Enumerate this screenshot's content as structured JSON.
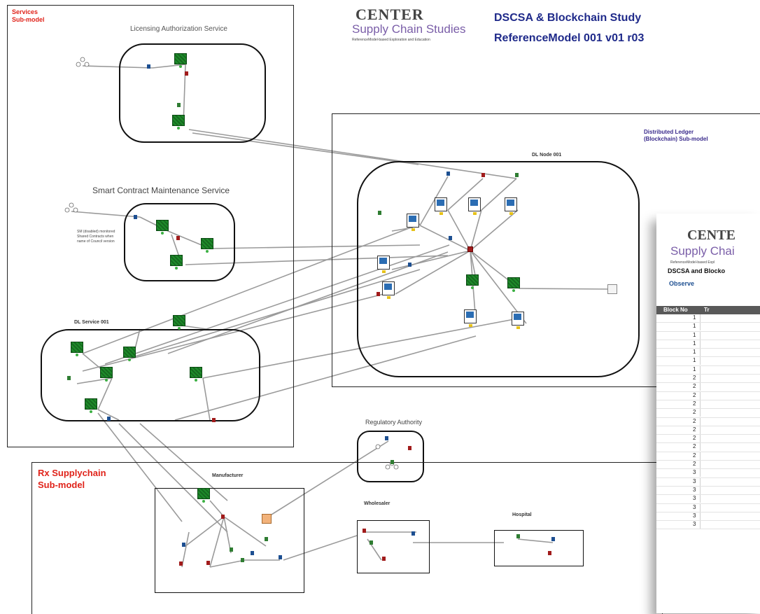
{
  "header": {
    "logo_word": "CENTER",
    "logo_tagline": "Supply Chain Studies",
    "logo_sub": "ReferenceModel-based Exploration and Education",
    "title": "DSCSA & Blockchain Study",
    "subtitle": "ReferenceModel 001 v01 r03"
  },
  "services": {
    "label_line1": "Services",
    "label_line2": "Sub-model",
    "licensing_title": "Licensing Authorization Service",
    "smart_title": "Smart Contract Maintenance Service",
    "smart_note": "SM (disabled) monitored Shared Contracts when name of Council version",
    "dl_service_title": "DL Service 001"
  },
  "ledger": {
    "label_line1": "Distributed Ledger",
    "label_line2": "(Blockchain) Sub-model",
    "node_title": "DL Node 001"
  },
  "regulatory": {
    "title": "Regulatory Authority"
  },
  "rx": {
    "label_line1": "Rx Supplychain",
    "label_line2": "Sub-model",
    "manufacturer": "Manufacturer",
    "wholesaler": "Wholesaler",
    "hospital": "Hospital"
  },
  "sheet": {
    "logo_word": "CENTE",
    "logo_tagline": "Supply Chai",
    "logo_sub": "ReferenceModel-based Expl",
    "title": "DSCSA and Blocko",
    "observe": "Observe",
    "col_block": "Block No",
    "col_tr": "Tr",
    "rows": [
      "1",
      "1",
      "1",
      "1",
      "1",
      "1",
      "1",
      "2",
      "2",
      "2",
      "2",
      "2",
      "2",
      "2",
      "2",
      "2",
      "2",
      "2",
      "3",
      "3",
      "3",
      "3",
      "3",
      "3",
      "3"
    ]
  },
  "colors": {
    "red": "#e0231a",
    "navy": "#1f2a8a",
    "purple": "#3a2b8c",
    "node_green": "#1e8c2a"
  }
}
